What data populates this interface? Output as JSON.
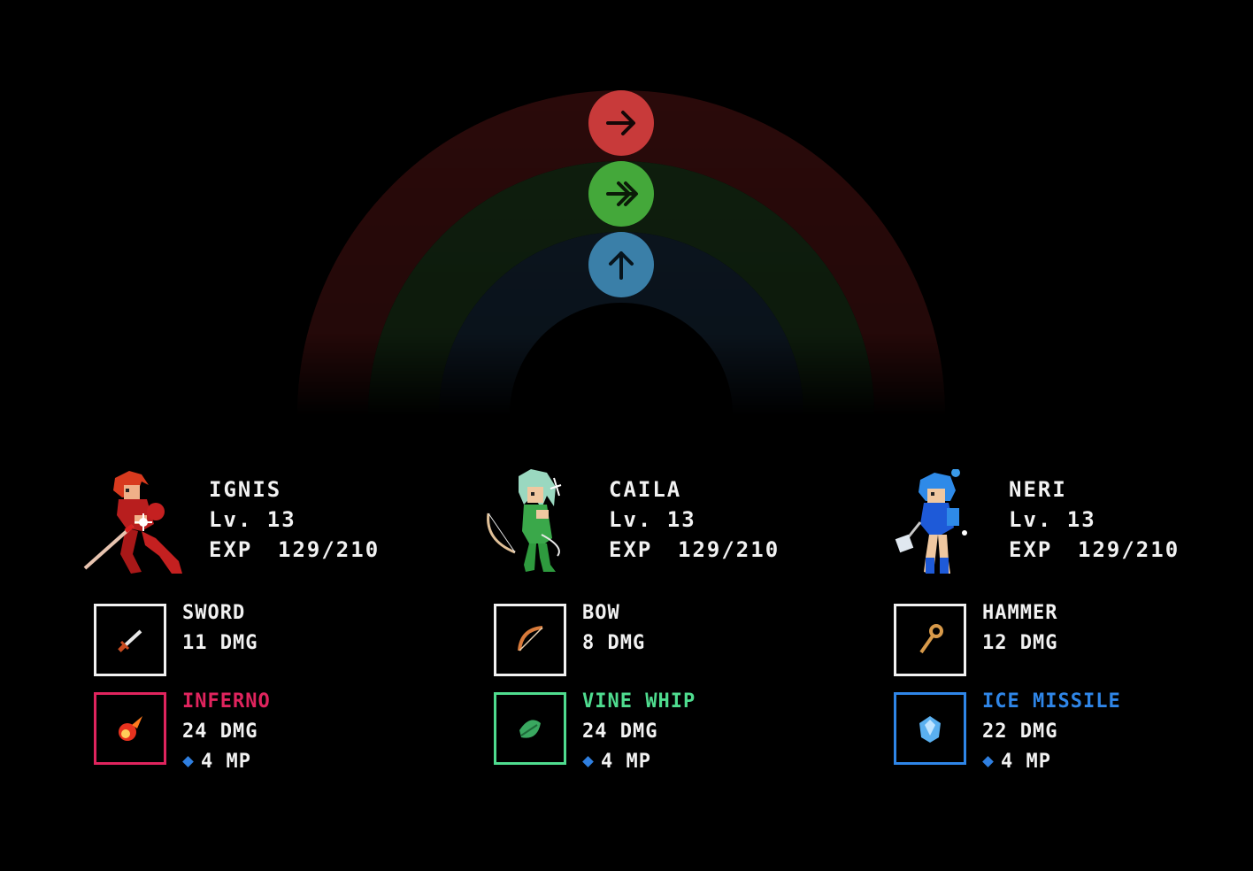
{
  "colors": {
    "background": "#000000",
    "text": "#f2f2f2",
    "arc_outer": "#2a0a0a",
    "arc_middle": "#0f1f0e",
    "arc_inner": "#0c1620",
    "button_advance": "#c83a3a",
    "button_fast": "#44a83a",
    "button_up": "#3a7fa8",
    "mp_gem": "#2f7fe0"
  },
  "arc_menu": {
    "buttons": [
      {
        "id": "advance",
        "icon": "arrow-right-icon",
        "color": "#c83a3a"
      },
      {
        "id": "fast_forward",
        "icon": "double-arrow-right-icon",
        "color": "#44a83a"
      },
      {
        "id": "up",
        "icon": "arrow-up-icon",
        "color": "#3a7fa8"
      }
    ]
  },
  "characters": [
    {
      "name": "IGNIS",
      "level": "Lv. 13",
      "exp_label": "EXP",
      "exp_value": "129/210",
      "portrait_icon": "red-swordsman-portrait",
      "weapon": {
        "name": "SWORD",
        "damage": "11 DMG",
        "icon": "sword-icon"
      },
      "skill": {
        "name": "INFERNO",
        "damage": "24 DMG",
        "mp": "4 MP",
        "color": "#e0245e",
        "icon": "fireball-icon"
      }
    },
    {
      "name": "CAILA",
      "level": "Lv. 13",
      "exp_label": "EXP",
      "exp_value": "129/210",
      "portrait_icon": "green-archer-portrait",
      "weapon": {
        "name": "BOW",
        "damage": "8 DMG",
        "icon": "bow-icon"
      },
      "skill": {
        "name": "VINE WHIP",
        "damage": "24 DMG",
        "mp": "4 MP",
        "color": "#4fdc8f",
        "icon": "leaf-icon"
      }
    },
    {
      "name": "NERI",
      "level": "Lv. 13",
      "exp_label": "EXP",
      "exp_value": "129/210",
      "portrait_icon": "blue-hammer-girl-portrait",
      "weapon": {
        "name": "HAMMER",
        "damage": "12 DMG",
        "icon": "hammer-icon"
      },
      "skill": {
        "name": "ICE MISSILE",
        "damage": "22 DMG",
        "mp": "4 MP",
        "color": "#2f86e8",
        "icon": "ice-crystal-icon"
      }
    }
  ]
}
